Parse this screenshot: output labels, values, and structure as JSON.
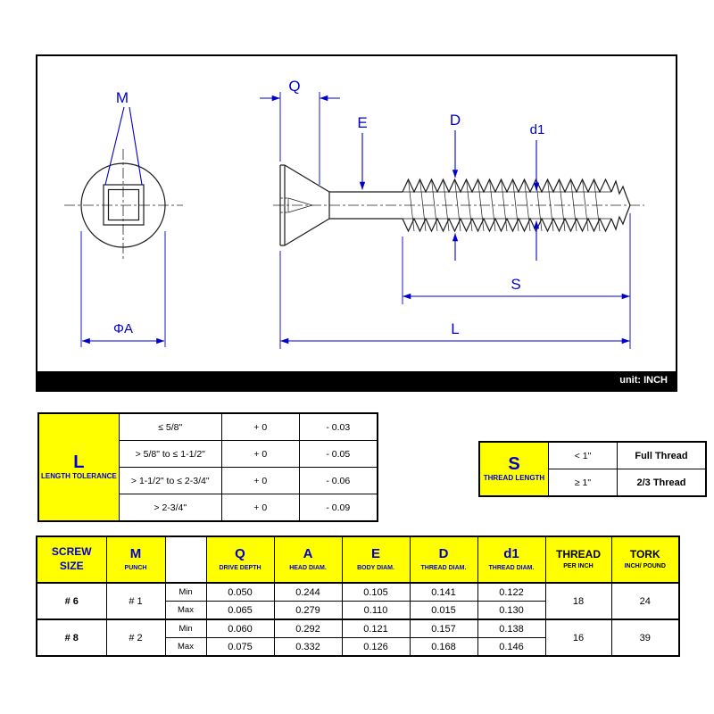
{
  "diagram": {
    "unit_label": "unit: INCH",
    "labels": {
      "m": "M",
      "q": "Q",
      "e": "E",
      "d": "D",
      "d1": "d1",
      "s": "S",
      "l": "L",
      "phi_a": "ΦA"
    }
  },
  "length_tolerance_table": {
    "title": "L",
    "subtitle": "LENGTH TOLERANCE",
    "rows": [
      {
        "range": "≤ 5/8\"",
        "plus": "+ 0",
        "minus": "- 0.03"
      },
      {
        "range": "> 5/8\" to ≤ 1-1/2\"",
        "plus": "+ 0",
        "minus": "- 0.05"
      },
      {
        "range": "> 1-1/2\" to ≤ 2-3/4\"",
        "plus": "+ 0",
        "minus": "- 0.06"
      },
      {
        "range": "> 2-3/4\"",
        "plus": "+ 0",
        "minus": "- 0.09"
      }
    ]
  },
  "thread_length_table": {
    "title": "S",
    "subtitle": "THREAD LENGTH",
    "rows": [
      {
        "condition": "< 1\"",
        "value": "Full Thread"
      },
      {
        "condition": "≥ 1\"",
        "value": "2/3 Thread"
      }
    ]
  },
  "spec_table": {
    "headers": {
      "screw_size": "SCREW SIZE",
      "m_title": "M",
      "m_sub": "PUNCH",
      "q_title": "Q",
      "q_sub": "DRIVE DEPTH",
      "a_title": "A",
      "a_sub": "HEAD DIAM.",
      "e_title": "E",
      "e_sub": "BODY DIAM.",
      "d_title": "D",
      "d_sub": "THREAD DIAM.",
      "d1_title": "d1",
      "d1_sub": "THREAD DIAM.",
      "thread_title": "THREAD",
      "thread_sub": "PER INCH",
      "tork_title": "TORK",
      "tork_sub": "INCH/ POUND"
    },
    "row_labels": {
      "min": "Min",
      "max": "Max"
    },
    "groups": [
      {
        "size": "# 6",
        "punch": "# 1",
        "thread_per_inch": "18",
        "tork": "24",
        "min": [
          "0.050",
          "0.244",
          "0.105",
          "0.141",
          "0.122"
        ],
        "max": [
          "0.065",
          "0.279",
          "0.110",
          "0.015",
          "0.130"
        ]
      },
      {
        "size": "# 8",
        "punch": "# 2",
        "thread_per_inch": "16",
        "tork": "39",
        "min": [
          "0.060",
          "0.292",
          "0.121",
          "0.157",
          "0.138"
        ],
        "max": [
          "0.075",
          "0.332",
          "0.126",
          "0.168",
          "0.146"
        ]
      }
    ]
  }
}
